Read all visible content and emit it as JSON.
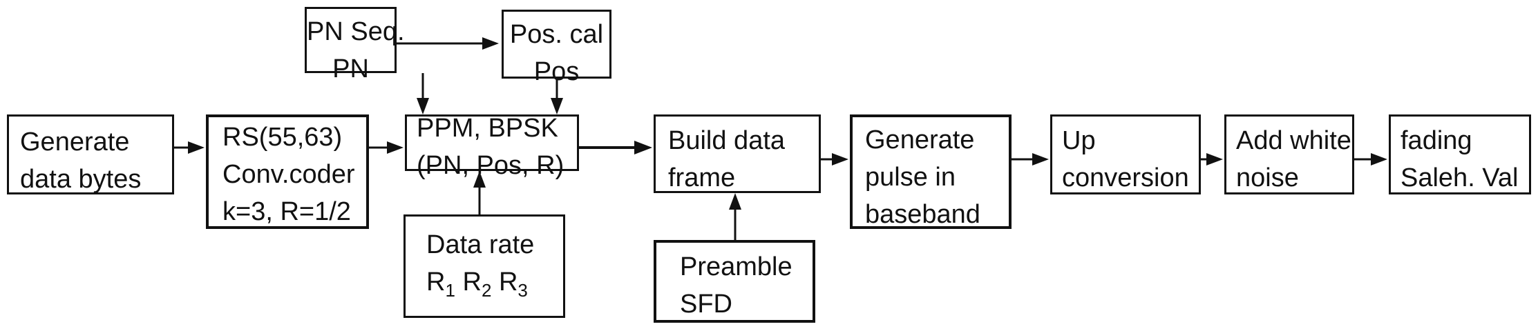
{
  "blocks": {
    "pn_seq": {
      "lines": [
        "PN Seq.",
        "PN"
      ]
    },
    "pos_cal": {
      "lines": [
        "Pos. cal",
        "Pos"
      ]
    },
    "gen_data": {
      "lines": [
        "Generate",
        "data bytes"
      ]
    },
    "rs_coder": {
      "lines": [
        "RS(55,63)",
        "Conv.coder",
        "k=3, R=1/2"
      ]
    },
    "ppm_bpsk": {
      "lines": [
        "PPM, BPSK",
        "(PN, Pos, R)"
      ]
    },
    "data_rate": {
      "line1": "Data rate",
      "r": "R",
      "s1": "1",
      "s2": "2",
      "s3": "3"
    },
    "build_frame": {
      "lines": [
        "Build data",
        "frame"
      ]
    },
    "preamble": {
      "lines": [
        "Preamble",
        "SFD"
      ]
    },
    "gen_pulse": {
      "lines": [
        "Generate",
        "pulse in",
        "baseband"
      ]
    },
    "up_conv": {
      "lines": [
        "Up",
        "conversion"
      ]
    },
    "white_noise": {
      "lines": [
        "Add white",
        "noise"
      ]
    },
    "fading": {
      "lines": [
        "fading",
        "Saleh. Val"
      ]
    }
  }
}
